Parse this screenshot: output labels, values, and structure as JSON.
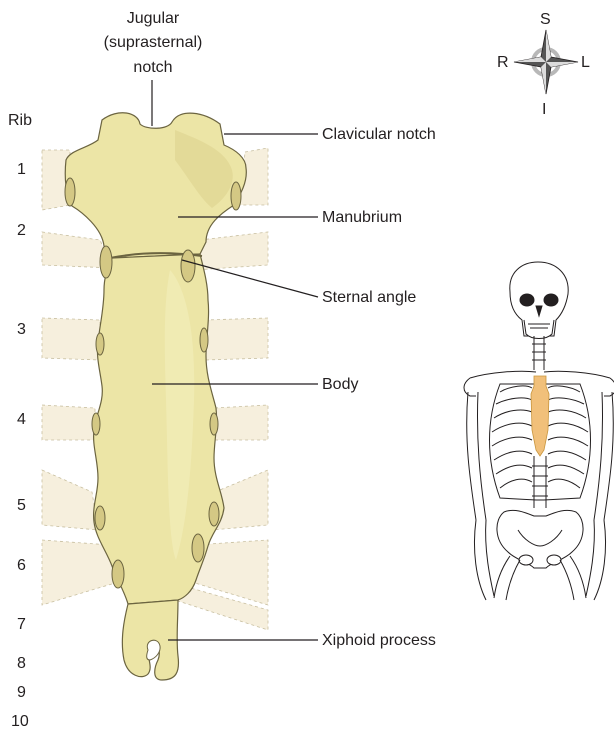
{
  "colors": {
    "bone_fill": "#ece5a6",
    "bone_shade": "#d9cf85",
    "bone_stroke": "#6b6440",
    "rib_band": "#f6efdd",
    "cartilage": "#cfc486",
    "highlight": "#f1c07a",
    "line": "#231f20"
  },
  "top_label": {
    "line1": "Jugular",
    "line2": "(suprasternal)",
    "line3": "notch"
  },
  "compass": {
    "superior": "S",
    "inferior": "I",
    "right": "R",
    "left": "L"
  },
  "rib_column": {
    "heading": "Rib",
    "numbers": [
      "1",
      "2",
      "3",
      "4",
      "5",
      "6",
      "7",
      "8",
      "9",
      "10"
    ]
  },
  "callouts": {
    "clavicular_notch": "Clavicular notch",
    "manubrium": "Manubrium",
    "sternal_angle": "Sternal angle",
    "body": "Body",
    "xiphoid_process": "Xiphoid process"
  }
}
